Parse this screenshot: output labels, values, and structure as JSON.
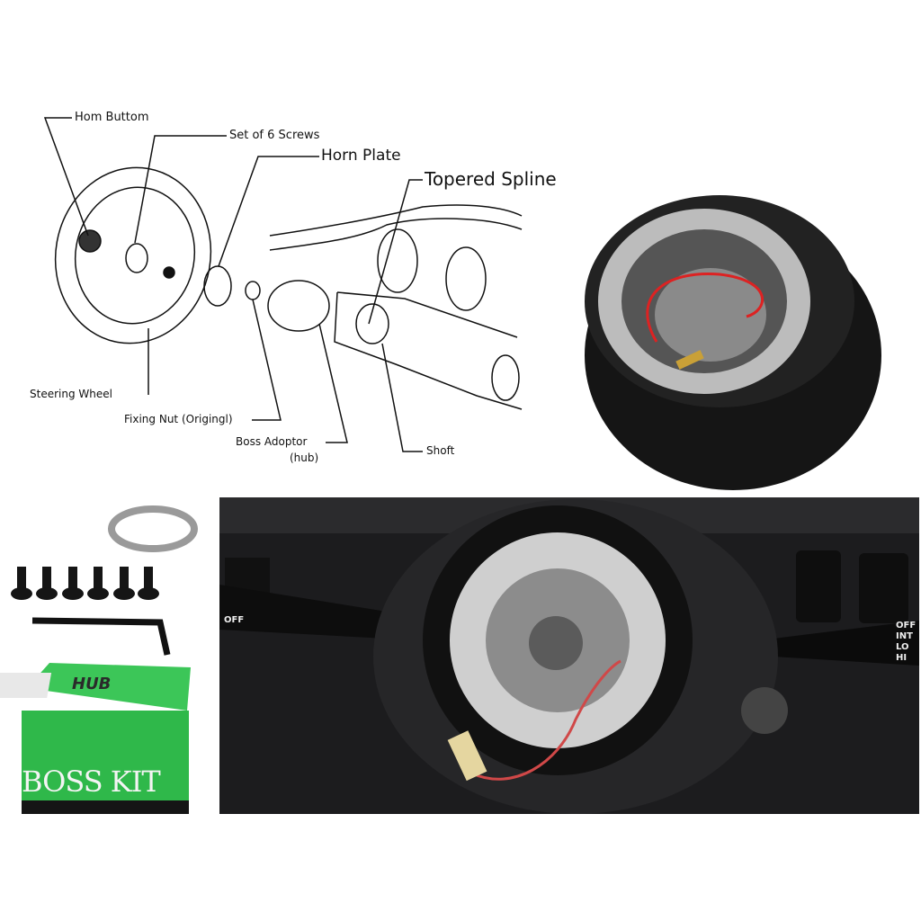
{
  "diagram": {
    "labels": {
      "horn_button": "Hom Buttom",
      "screws": "Set of 6 Screws",
      "horn_plate": "Horn Plate",
      "tapered_spline": "Topered Spline",
      "steering_wheel": "Steering Wheel",
      "fixing_nut": "Fixing Nut (Origingl)",
      "boss_adaptor": "Boss Adoptor",
      "boss_adaptor_sub": "(hub)",
      "shaft": "Shoft"
    }
  },
  "kit": {
    "box_text": "BOSS KIT",
    "box_logo": "HUB",
    "box_color": "#2fb84a"
  },
  "dashboard": {
    "right_stalk": [
      "OFF",
      "INT",
      "LO",
      "HI"
    ],
    "left_stalk": "OFF"
  }
}
